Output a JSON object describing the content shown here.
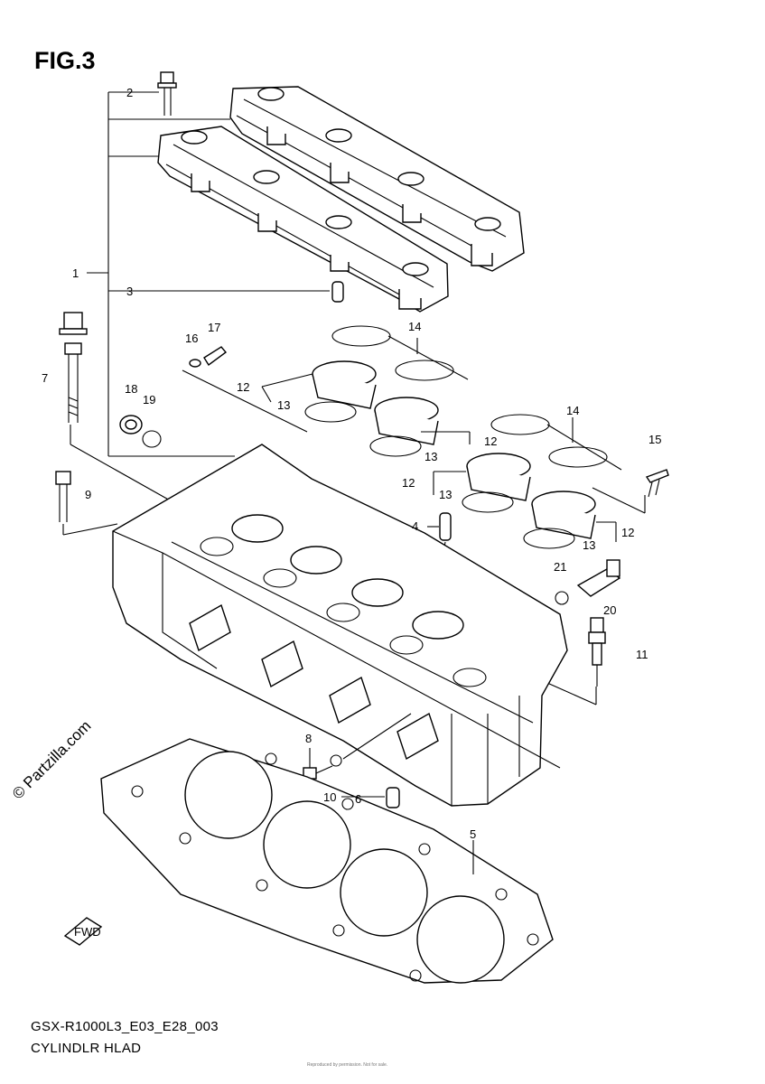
{
  "figure": {
    "title": "FIG.3"
  },
  "footer": {
    "model_code": "GSX-R1000L3_E03_E28_003",
    "section_name": "CYLINDLR HLAD"
  },
  "watermark": {
    "text": "© Partzilla.com"
  },
  "fine_print": {
    "text": "Reproduced by permission. Not for sale."
  },
  "direction_marker": {
    "label": "FWD"
  },
  "callouts": {
    "c1": "1",
    "c2": "2",
    "c3": "3",
    "c4": "4",
    "c5": "5",
    "c6": "6",
    "c7": "7",
    "c8": "8",
    "c9": "9",
    "c10": "10",
    "c11": "11",
    "c12a": "12",
    "c12b": "12",
    "c12c": "12",
    "c12d": "12",
    "c13a": "13",
    "c13b": "13",
    "c13c": "13",
    "c13d": "13",
    "c14a": "14",
    "c14b": "14",
    "c15": "15",
    "c16": "16",
    "c17": "17",
    "c18": "18",
    "c19": "19",
    "c20": "20",
    "c21": "21"
  }
}
